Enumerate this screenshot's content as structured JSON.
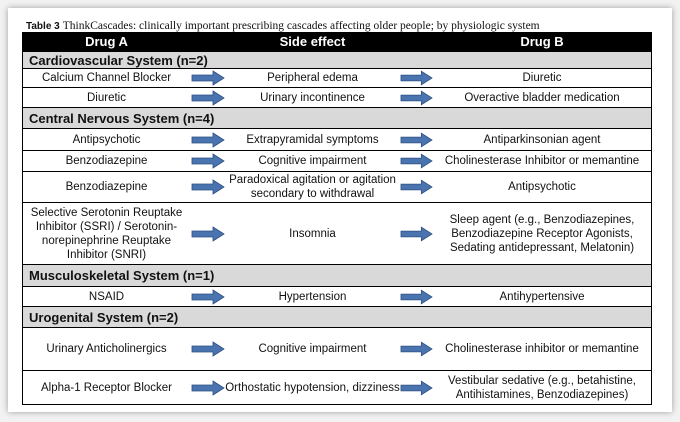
{
  "caption": {
    "label": "Table 3",
    "text": "ThinkCascades: clinically important prescribing cascades affecting older people; by physiologic system"
  },
  "columns": [
    "Drug A",
    "Side effect",
    "Drug B"
  ],
  "arrow_color": "#4a74b0",
  "sections": [
    {
      "title": "Cardiovascular System (n=2)",
      "rows": [
        {
          "drug_a": "Calcium Channel Blocker",
          "side_effect": "Peripheral edema",
          "drug_b": "Diuretic"
        },
        {
          "drug_a": "Diuretic",
          "side_effect": "Urinary incontinence",
          "drug_b": "Overactive bladder medication"
        }
      ]
    },
    {
      "title": "Central Nervous System (n=4)",
      "rows": [
        {
          "drug_a": "Antipsychotic",
          "side_effect": "Extrapyramidal symptoms",
          "drug_b": "Antiparkinsonian agent"
        },
        {
          "drug_a": "Benzodiazepine",
          "side_effect": "Cognitive impairment",
          "drug_b": "Cholinesterase Inhibitor or memantine"
        },
        {
          "drug_a": "Benzodiazepine",
          "side_effect": "Paradoxical agitation or agitation secondary to withdrawal",
          "drug_b": "Antipsychotic"
        },
        {
          "drug_a": "Selective Serotonin Reuptake Inhibitor (SSRI) / Serotonin-norepinephrine Reuptake Inhibitor (SNRI)",
          "side_effect": "Insomnia",
          "drug_b": "Sleep agent (e.g., Benzodiazepines, Benzodiazepine Receptor Agonists, Sedating antidepressant, Melatonin)"
        }
      ]
    },
    {
      "title": "Musculoskeletal System (n=1)",
      "rows": [
        {
          "drug_a": "NSAID",
          "side_effect": "Hypertension",
          "drug_b": "Antihypertensive"
        }
      ]
    },
    {
      "title": "Urogenital System (n=2)",
      "rows": [
        {
          "drug_a": "Urinary Anticholinergics",
          "side_effect": "Cognitive impairment",
          "drug_b": "Cholinesterase inhibitor or memantine"
        },
        {
          "drug_a": "Alpha-1 Receptor Blocker",
          "side_effect": "Orthostatic hypotension, dizziness",
          "drug_b": "Vestibular sedative (e.g., betahistine, Antihistamines, Benzodiazepines)"
        }
      ]
    }
  ]
}
